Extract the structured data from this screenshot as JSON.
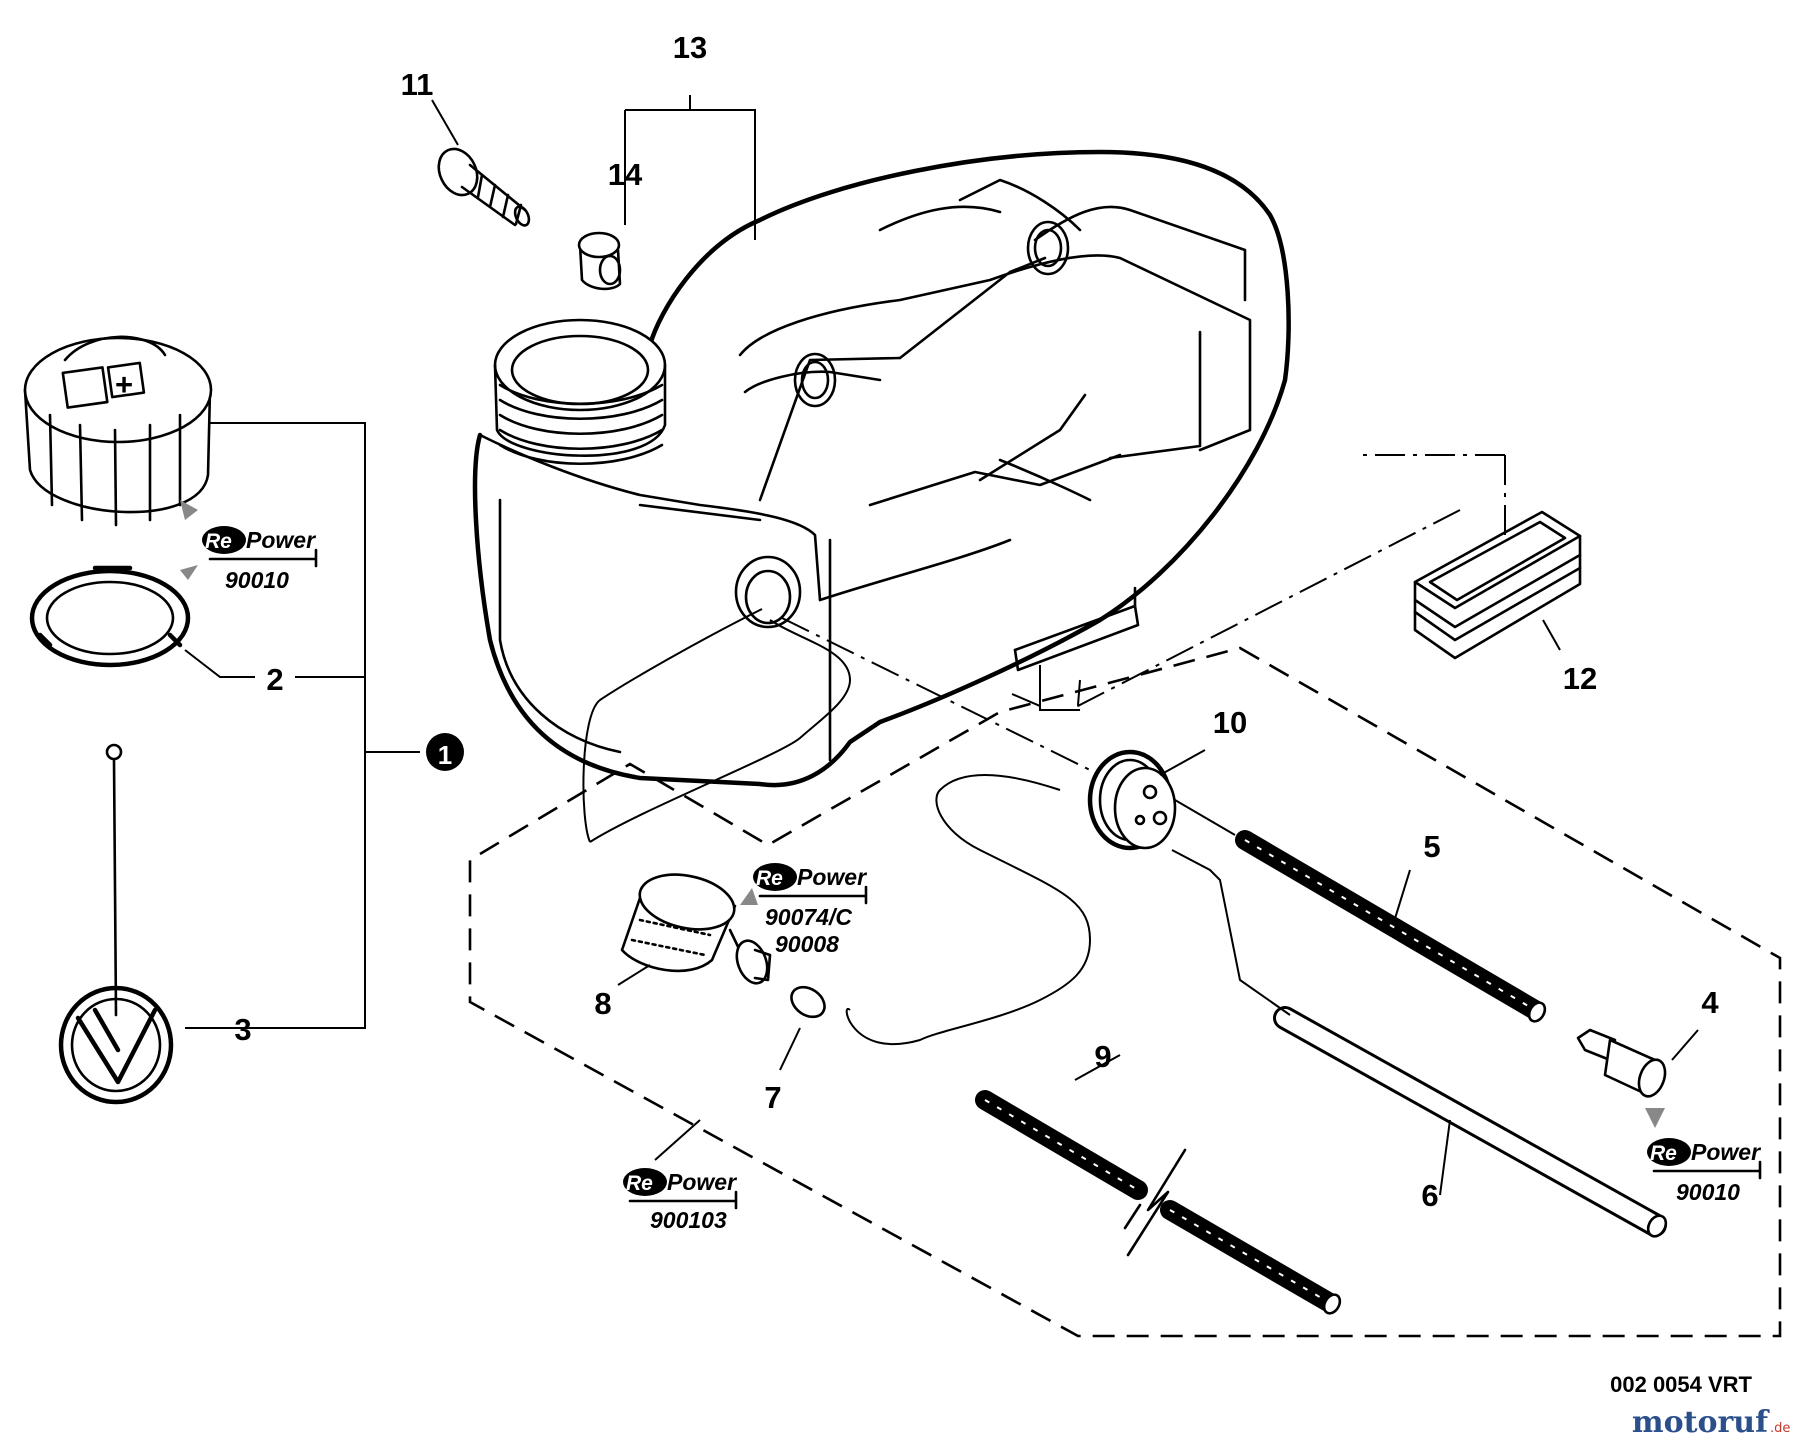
{
  "callouts": {
    "c1": "1",
    "c2": "2",
    "c3": "3",
    "c4": "4",
    "c5": "5",
    "c6": "6",
    "c7": "7",
    "c8": "8",
    "c9": "9",
    "c10": "10",
    "c11": "11",
    "c12": "12",
    "c13": "13",
    "c14": "14"
  },
  "repower": {
    "re": "Re",
    "word": "Power",
    "codes": {
      "cap": "90010",
      "filter_a": "90074/C",
      "filter_b": "90008",
      "kit": "900103",
      "vent": "90010"
    }
  },
  "drawing_code": "002 0054 VRT",
  "brand": {
    "name": "motoruf",
    "tld": ".de"
  },
  "colors": {
    "line": "#000000",
    "background": "#ffffff",
    "brand": "#2a4f8a"
  }
}
